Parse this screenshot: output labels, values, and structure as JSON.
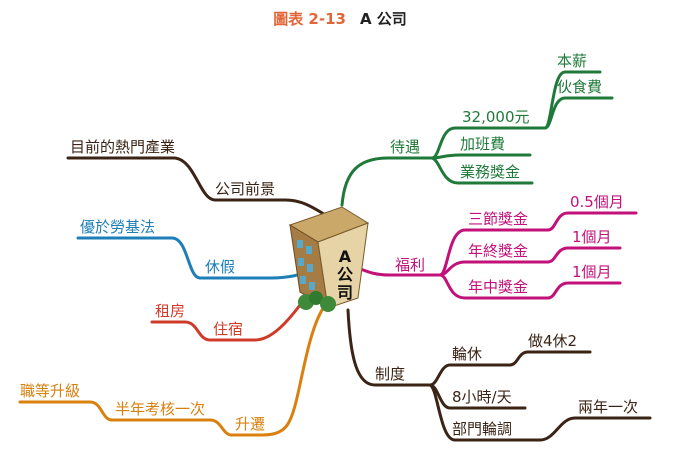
{
  "title": {
    "number": "圖表 2-13",
    "name": "A 公司"
  },
  "center": {
    "label_top": "A",
    "label_bottom": "公司"
  },
  "branches": {
    "prospect": {
      "label": "公司前景",
      "items": [
        "目前的熱門產業"
      ],
      "color": "#3b2416"
    },
    "treatment": {
      "label": "待遇",
      "items": {
        "salary": "32,000元",
        "salary_sub": [
          "本薪",
          "伙食費"
        ],
        "overtime": "加班費",
        "bonus": "業務獎金"
      },
      "color": "#1f7a3a"
    },
    "welfare": {
      "label": "福利",
      "items": [
        {
          "name": "三節獎金",
          "value": "0.5個月"
        },
        {
          "name": "年終獎金",
          "value": "1個月"
        },
        {
          "name": "年中獎金",
          "value": "1個月"
        }
      ],
      "color": "#c2127a"
    },
    "leave": {
      "label": "休假",
      "items": [
        "優於勞基法"
      ],
      "color": "#1e7fb8"
    },
    "housing": {
      "label": "住宿",
      "items": [
        "租房"
      ],
      "color": "#cf3b2a"
    },
    "promotion": {
      "label": "升遷",
      "items": [
        "半年考核一次",
        "職等升級"
      ],
      "color": "#d9800f"
    },
    "system": {
      "label": "制度",
      "items": [
        {
          "name": "輪休",
          "value": "做4休2"
        },
        {
          "name": "8小時/天",
          "value": ""
        },
        {
          "name": "部門輪調",
          "value": "兩年一次"
        }
      ],
      "color": "#3b2416"
    }
  }
}
